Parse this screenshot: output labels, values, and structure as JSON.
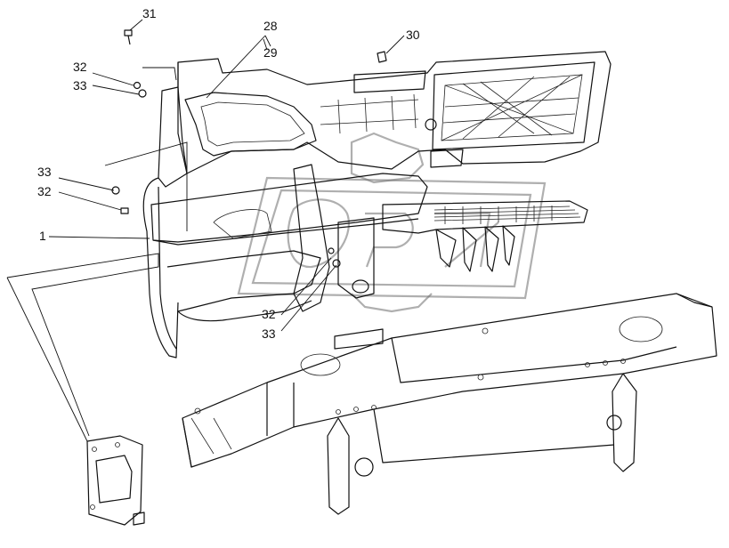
{
  "diagram": {
    "callouts": [
      {
        "id": "c31",
        "label": "31"
      },
      {
        "id": "c28",
        "label": "28"
      },
      {
        "id": "c29",
        "label": "29"
      },
      {
        "id": "c30",
        "label": "30"
      },
      {
        "id": "c32a",
        "label": "32"
      },
      {
        "id": "c33a",
        "label": "33"
      },
      {
        "id": "c33b",
        "label": "33"
      },
      {
        "id": "c32b",
        "label": "32"
      },
      {
        "id": "c1",
        "label": "1"
      },
      {
        "id": "c32c",
        "label": "32"
      },
      {
        "id": "c33c",
        "label": "33"
      }
    ],
    "colors": {
      "line": "#111111",
      "background": "#ffffff",
      "watermark": "#6d6d6d"
    }
  }
}
